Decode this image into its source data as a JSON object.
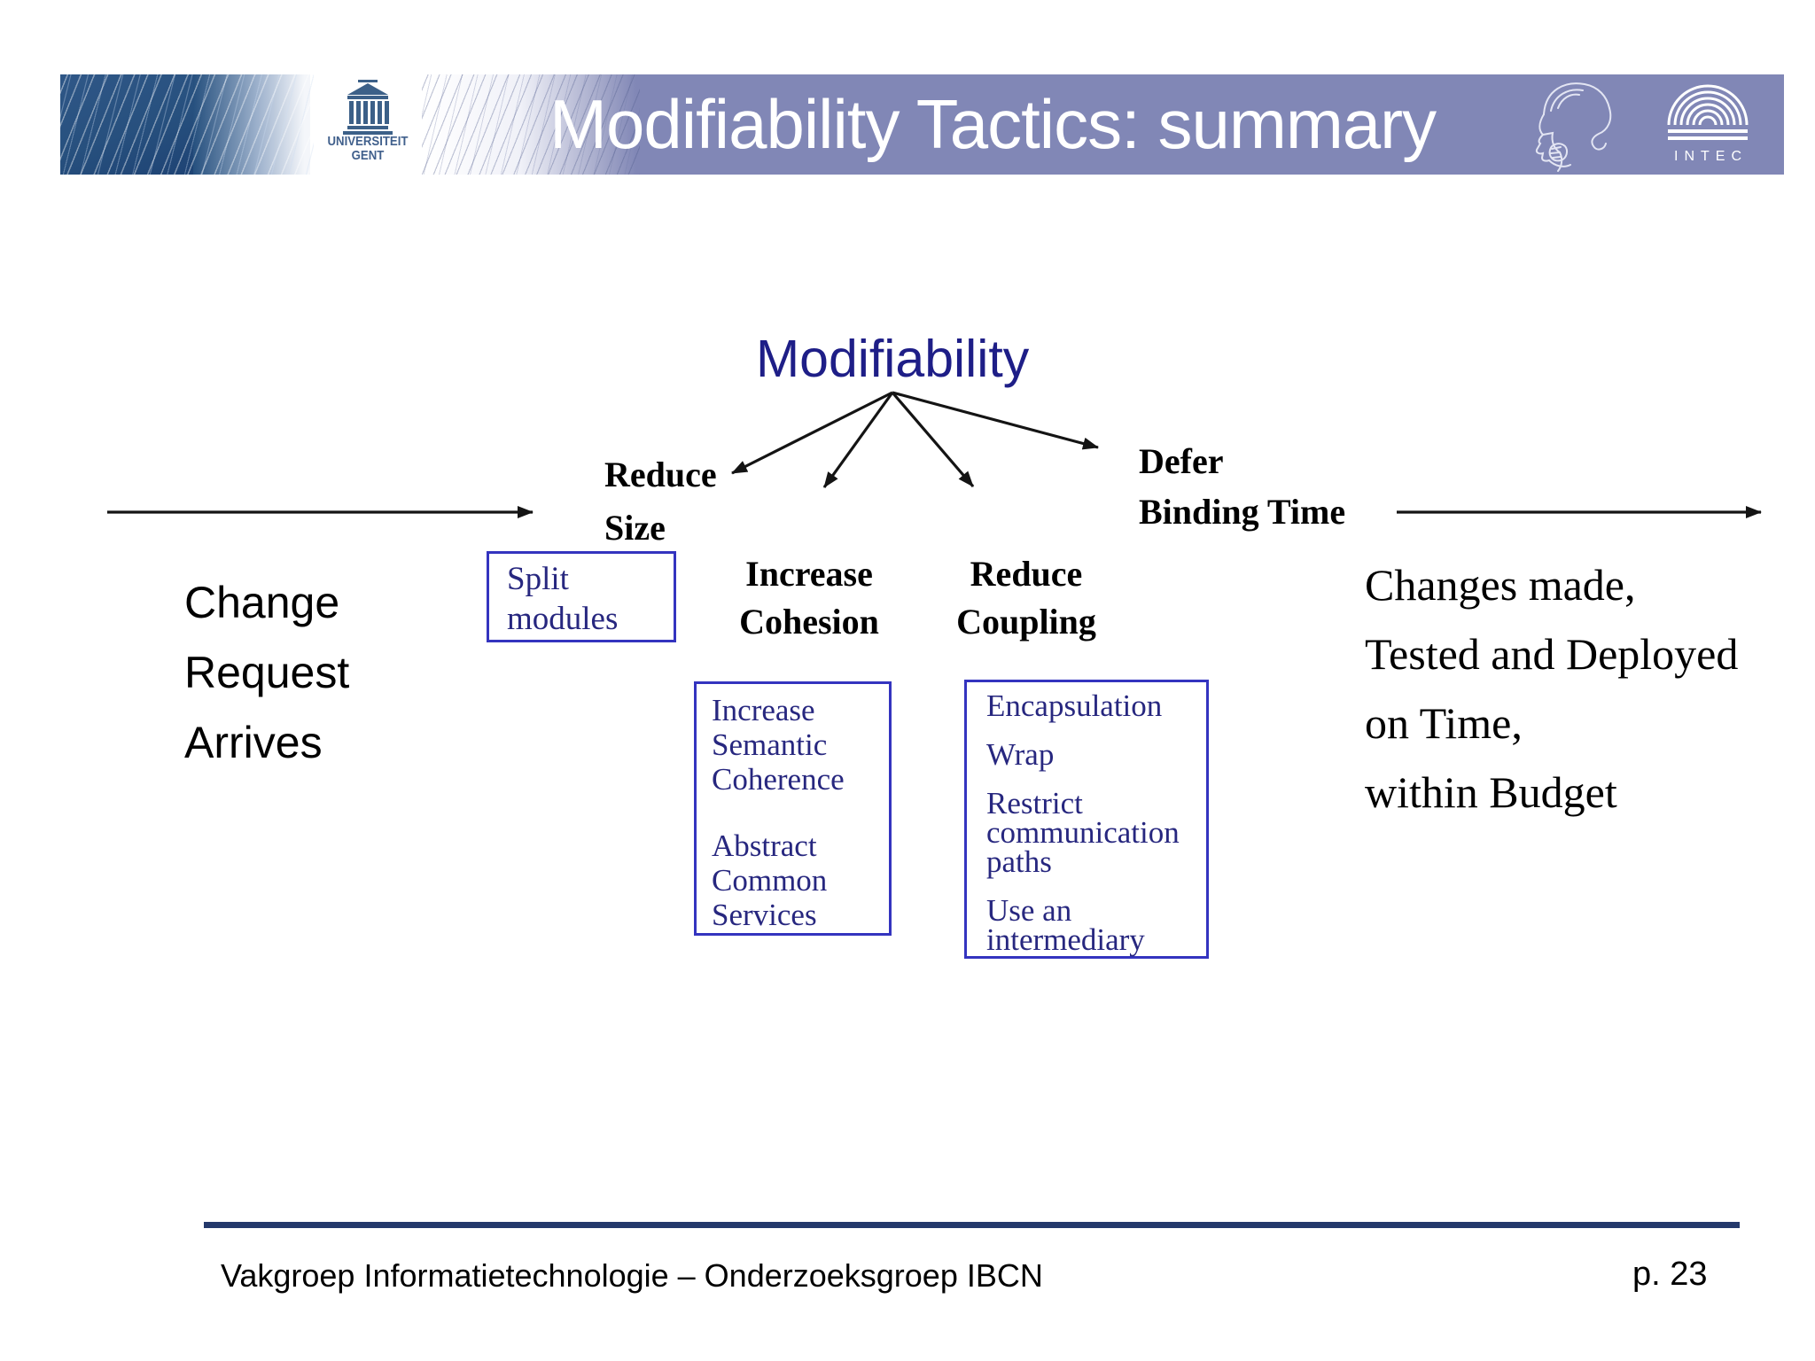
{
  "slide": {
    "title": "Modifiability Tactics: summary"
  },
  "header": {
    "university_logo": {
      "line1": "UNIVERSITEIT",
      "line2": "GENT"
    },
    "intec_logo": {
      "label": "INTEC"
    },
    "colors": {
      "band": "#8187b6",
      "dark_panel": "#27507e",
      "title_text": "#ffffff"
    }
  },
  "diagram": {
    "root_label": "Modifiability",
    "branches": [
      {
        "id": "reduce-size",
        "lines": [
          "Reduce",
          "Size"
        ]
      },
      {
        "id": "increase-cohesion",
        "lines": [
          "Increase",
          "Cohesion"
        ]
      },
      {
        "id": "reduce-coupling",
        "lines": [
          "Reduce",
          "Coupling"
        ]
      },
      {
        "id": "defer-binding-time",
        "lines": [
          "Defer",
          "Binding Time"
        ]
      }
    ],
    "tactic_boxes": {
      "split_modules": {
        "lines": [
          "Split",
          "modules"
        ]
      },
      "cohesion": {
        "items": [
          {
            "lines": [
              "Increase",
              "Semantic",
              "Coherence"
            ]
          },
          {
            "lines": [
              "Abstract",
              "Common",
              "Services"
            ]
          }
        ]
      },
      "coupling": {
        "items": [
          {
            "lines": [
              "Encapsulation"
            ]
          },
          {
            "lines": [
              "Wrap"
            ]
          },
          {
            "lines": [
              "Restrict",
              "communication",
              "paths"
            ]
          },
          {
            "lines": [
              "Use an",
              "intermediary"
            ]
          }
        ]
      }
    },
    "flow": {
      "left_label_lines": [
        "Change",
        "Request",
        "Arrives"
      ],
      "right_label_lines": [
        "Changes made,",
        "Tested and Deployed",
        "on Time,",
        "within Budget"
      ]
    },
    "colors": {
      "root_text": "#1e1e87",
      "box_border": "#3434bf",
      "box_text": "#27277f",
      "arrow": "#141414"
    }
  },
  "footer": {
    "text": "Vakgroep Informatietechnologie – Onderzoeksgroep IBCN",
    "page_number": "p. 23",
    "rule_color": "#24396b"
  }
}
